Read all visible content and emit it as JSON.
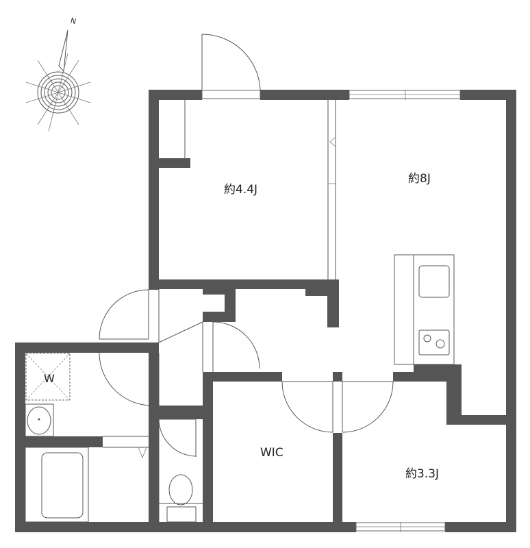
{
  "compass": {
    "north_label": "N",
    "icon": "compass-rose-icon"
  },
  "rooms": {
    "room_a": "約4.4J",
    "room_b": "約8J",
    "room_c": "約3.3J",
    "wic": "WIC",
    "washer": "W"
  },
  "colors": {
    "wall": "#555555",
    "line": "#777777",
    "background": "#ffffff"
  }
}
